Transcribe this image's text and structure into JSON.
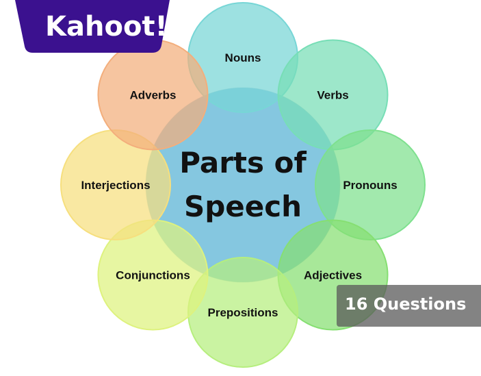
{
  "logo": {
    "text": "Kahoot!",
    "color": "#3b118f"
  },
  "diagram": {
    "center": {
      "line1": "Parts of",
      "line2": "Speech",
      "color": "#7ec4de"
    },
    "nodes": [
      {
        "label": "Nouns",
        "color": "#77d6d6"
      },
      {
        "label": "Verbs",
        "color": "#77deb6"
      },
      {
        "label": "Pronouns",
        "color": "#7ee08e"
      },
      {
        "label": "Adjectives",
        "color": "#86df72"
      },
      {
        "label": "Prepositions",
        "color": "#b6ee7e"
      },
      {
        "label": "Conjunctions",
        "color": "#def27e"
      },
      {
        "label": "Interjections",
        "color": "#f6df7e"
      },
      {
        "label": "Adverbs",
        "color": "#f3ae7c"
      }
    ]
  },
  "badge": {
    "text": "16 Questions"
  }
}
